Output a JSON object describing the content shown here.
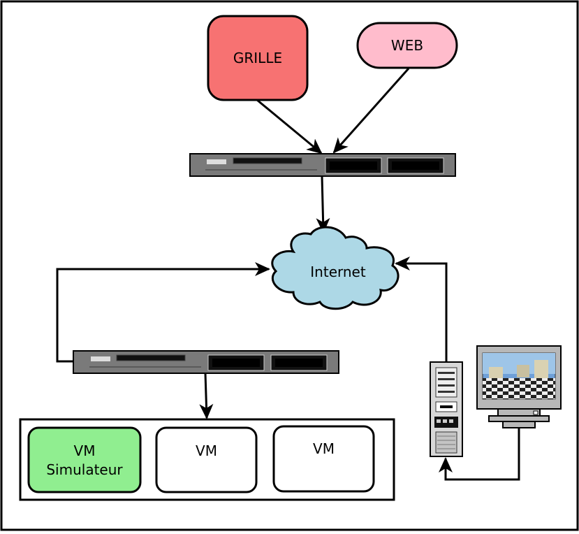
{
  "nodes": {
    "grille": {
      "label": "GRILLE",
      "fill": "#f77272"
    },
    "web": {
      "label": "WEB",
      "fill": "#ffbccc"
    },
    "internet": {
      "label": "Internet",
      "fill": "#add8e6"
    },
    "vm_simulateur": {
      "label_line1": "VM",
      "label_line2": "Simulateur",
      "fill": "#90ee90"
    },
    "vm_2": {
      "label": "VM"
    },
    "vm_3": {
      "label": "VM"
    }
  },
  "colors": {
    "stroke": "#000000",
    "server_body": "#7a7a7a",
    "server_slot": "#111111",
    "tower_body": "#d8d8d8",
    "monitor_body": "#b8b8b8"
  },
  "icons": [
    "rack-server-icon",
    "rack-server-icon",
    "cloud-icon",
    "desktop-tower-icon",
    "crt-monitor-icon"
  ]
}
